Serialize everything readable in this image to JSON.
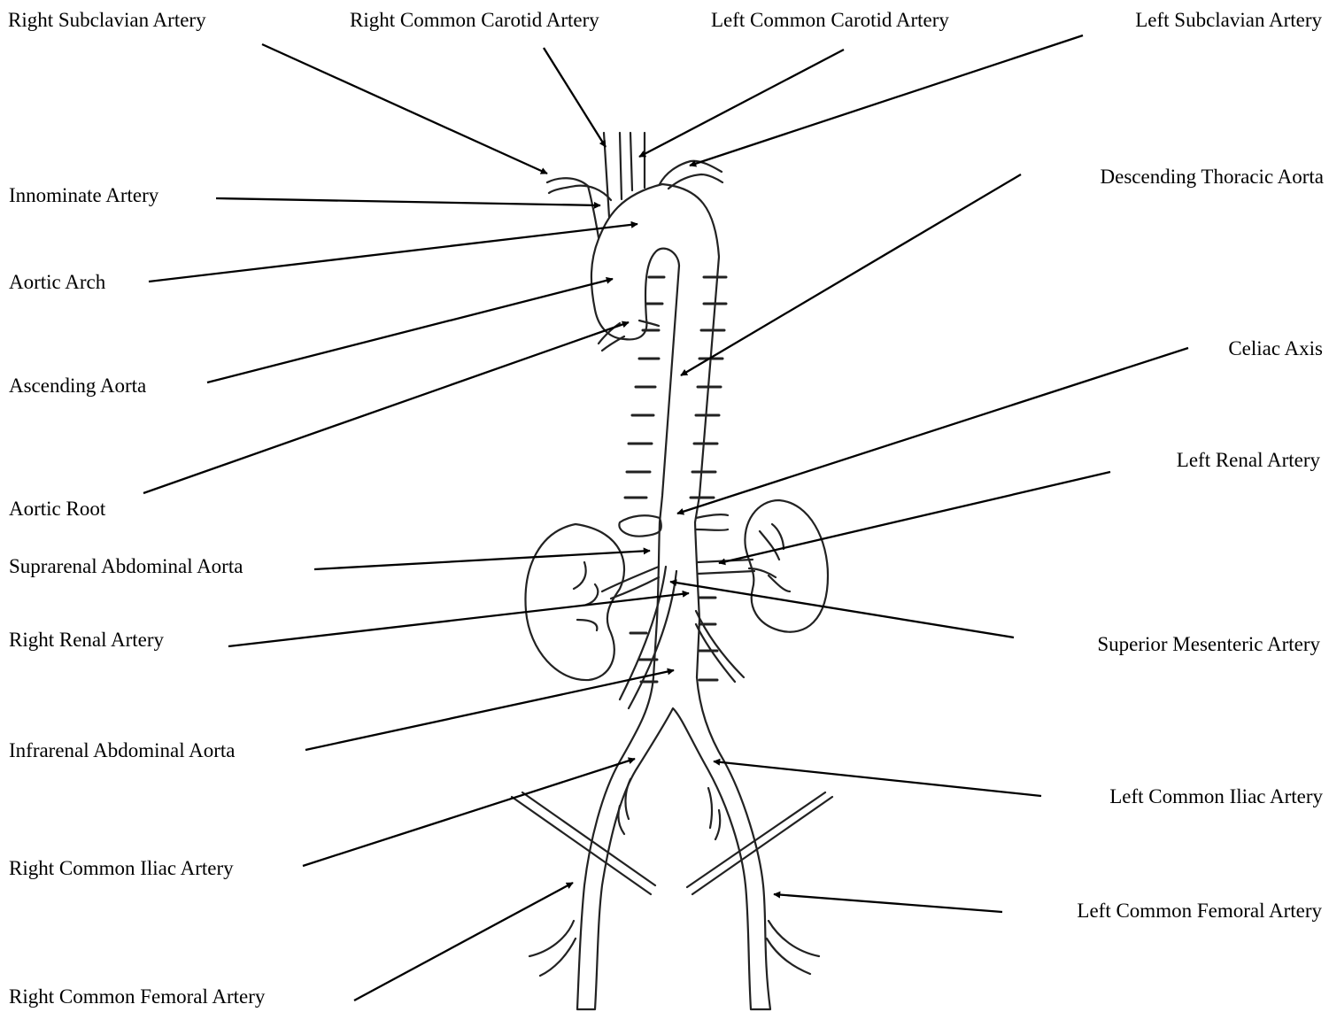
{
  "labels": {
    "right_subclavian": "Right Subclavian Artery",
    "right_common_carotid": "Right Common Carotid Artery",
    "left_common_carotid": "Left Common Carotid Artery",
    "left_subclavian": "Left Subclavian Artery",
    "innominate": "Innominate Artery",
    "descending_thoracic": "Descending Thoracic Aorta",
    "aortic_arch": "Aortic Arch",
    "ascending_aorta": "Ascending Aorta",
    "celiac_axis": "Celiac Axis",
    "left_renal": "Left Renal Artery",
    "aortic_root": "Aortic Root",
    "suprarenal": "Suprarenal Abdominal Aorta",
    "right_renal": "Right Renal Artery",
    "superior_mesenteric": "Superior Mesenteric Artery",
    "infrarenal": "Infrarenal Abdominal Aorta",
    "left_common_iliac": "Left Common Iliac Artery",
    "right_common_iliac": "Right Common Iliac Artery",
    "left_common_femoral": "Left Common Femoral Artery",
    "right_common_femoral": "Right Common Femoral Artery"
  }
}
